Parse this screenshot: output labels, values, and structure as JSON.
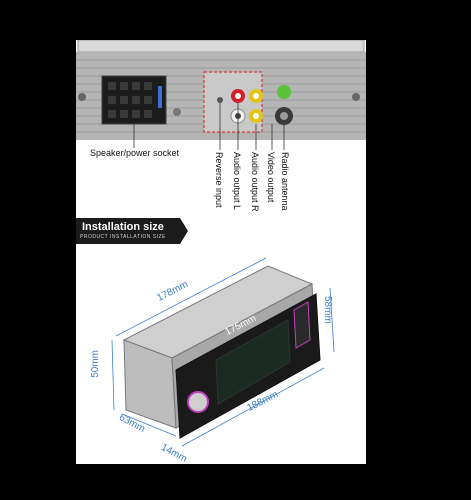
{
  "connectors": {
    "speaker_power": "Speaker/power socket",
    "reverse_input": "Reverse input",
    "audio_output_l": "Audio output L",
    "audio_output_r": "Audio output R",
    "video_output": "Video output",
    "radio_antenna": "Radio antenna"
  },
  "installation": {
    "title": "Installation size",
    "subtitle": "PRODUCT INSTALLATION SIZE"
  },
  "dimensions": {
    "depth_top": "178mm",
    "face_width": "175mm",
    "front_height": "58mm",
    "side_height": "50mm",
    "bottom_width": "188mm",
    "bottom_depth": "63mm",
    "front_thickness": "14mm"
  },
  "colors": {
    "dimension": "#3a7fd0",
    "rca_red": "#d0202a",
    "rca_yellow": "#e2c417",
    "rca_white": "#f0f0f0",
    "connector_red": "#d83a3a",
    "screen": "#1a2c22",
    "led": "#c040c0"
  }
}
